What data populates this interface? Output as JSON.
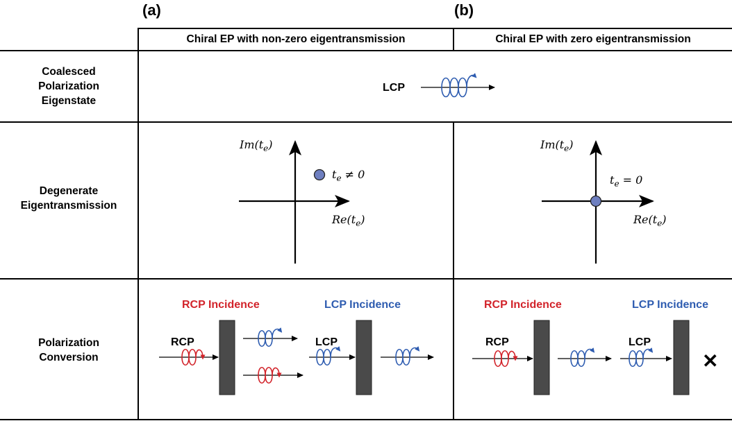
{
  "panels": {
    "a": "(a)",
    "b": "(b)"
  },
  "columns": {
    "a": "Chiral EP with non-zero eigentransmission",
    "b": "Chiral EP with zero eigentransmission"
  },
  "rows": {
    "coalesced": [
      "Coalesced",
      "Polarization",
      "Eigenstate"
    ],
    "degenerate": [
      "Degenerate",
      "Eigentransmission"
    ],
    "conversion": [
      "Polarization",
      "Conversion"
    ]
  },
  "eigenstate_label": "LCP",
  "plot_a": {
    "im_axis": "Im(t_e)",
    "re_axis": "Re(t_e)",
    "point_label": "t_e ≠ 0"
  },
  "plot_b": {
    "im_axis": "Im(t_e)",
    "re_axis": "Re(t_e)",
    "point_label": "t_e = 0"
  },
  "conversion_a": {
    "rcp_title": "RCP Incidence",
    "lcp_title": "LCP Incidence",
    "rcp_in": "RCP",
    "lcp_in": "LCP"
  },
  "conversion_b": {
    "rcp_title": "RCP Incidence",
    "lcp_title": "LCP Incidence",
    "rcp_in": "RCP",
    "lcp_in": "LCP",
    "blocked": "✕"
  },
  "colors": {
    "lcp": "#2e5cb0",
    "rcp": "#d2232a",
    "slab": "#4a4a4a",
    "point": "#6e7fc0"
  }
}
